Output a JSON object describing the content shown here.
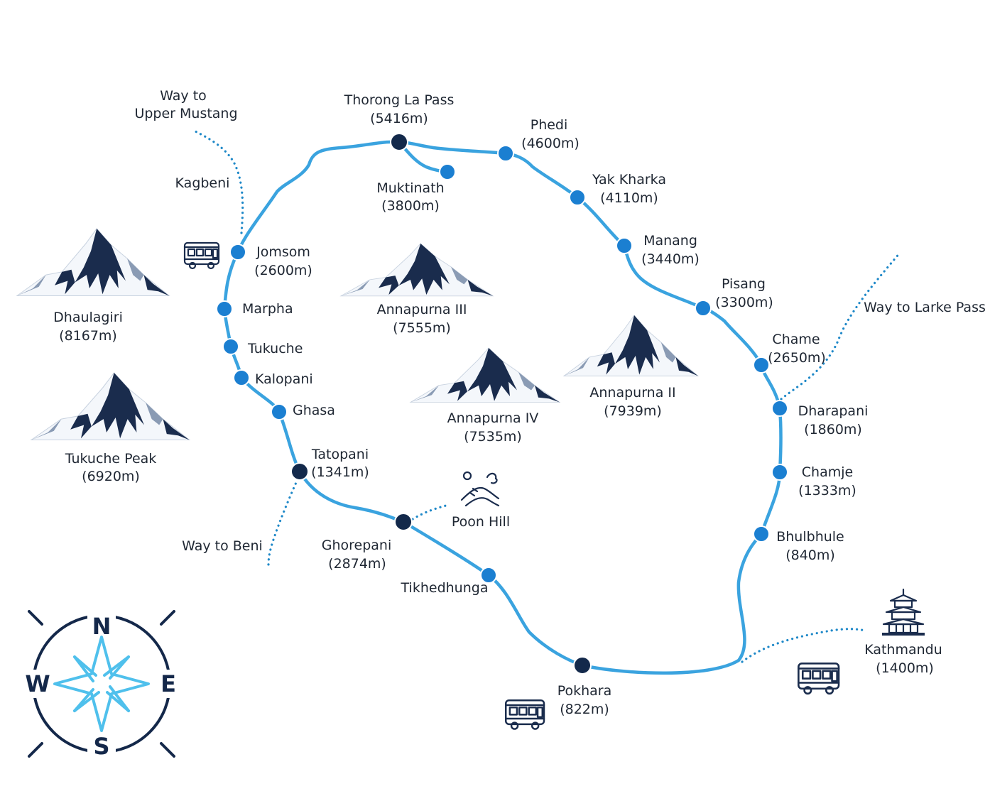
{
  "colors": {
    "route": "#3aa3df",
    "stop": "#1b7fd1",
    "major_stop": "#13294b",
    "ink": "#1f2733"
  },
  "places": {
    "thorong_la": {
      "name": "Thorong La Pass",
      "alt": "(5416m)"
    },
    "phedi": {
      "name": "Phedi",
      "alt": "(4600m)"
    },
    "muktinath": {
      "name": "Muktinath",
      "alt": "(3800m)"
    },
    "yak_kharka": {
      "name": "Yak Kharka",
      "alt": "(4110m)"
    },
    "manang": {
      "name": "Manang",
      "alt": "(3440m)"
    },
    "pisang": {
      "name": "Pisang",
      "alt": "(3300m)"
    },
    "chame": {
      "name": "Chame",
      "alt": "(2650m)"
    },
    "dharapani": {
      "name": "Dharapani",
      "alt": "(1860m)"
    },
    "chamje": {
      "name": "Chamje",
      "alt": "(1333m)"
    },
    "bhulbhule": {
      "name": "Bhulbhule",
      "alt": "(840m)"
    },
    "kathmandu": {
      "name": "Kathmandu",
      "alt": "(1400m)"
    },
    "pokhara": {
      "name": "Pokhara",
      "alt": "(822m)"
    },
    "tikhedhunga": {
      "name": "Tikhedhunga"
    },
    "ghorepani": {
      "name": "Ghorepani",
      "alt": "(2874m)"
    },
    "poon_hill": {
      "name": "Poon Hill"
    },
    "tatopani": {
      "name": "Tatopani",
      "alt": "(1341m)"
    },
    "ghasa": {
      "name": "Ghasa"
    },
    "kalopani": {
      "name": "Kalopani"
    },
    "tukuche": {
      "name": "Tukuche"
    },
    "marpha": {
      "name": "Marpha"
    },
    "jomsom": {
      "name": "Jomsom",
      "alt": "(2600m)"
    },
    "kagbeni": {
      "name": "Kagbeni"
    }
  },
  "peaks": {
    "dhaulagiri": {
      "name": "Dhaulagiri",
      "alt": "(8167m)"
    },
    "tukuche_peak": {
      "name": "Tukuche Peak",
      "alt": "(6920m)"
    },
    "annapurna_3": {
      "name": "Annapurna III",
      "alt": "(7555m)"
    },
    "annapurna_4": {
      "name": "Annapurna IV",
      "alt": "(7535m)"
    },
    "annapurna_2": {
      "name": "Annapurna II",
      "alt": "(7939m)"
    }
  },
  "side_routes": {
    "upper_mustang": {
      "line1": "Way to",
      "line2": "Upper Mustang"
    },
    "larke_pass": {
      "label": "Way to Larke Pass"
    },
    "beni": {
      "label": "Way to Beni"
    }
  },
  "compass": {
    "n": "N",
    "s": "S",
    "e": "E",
    "w": "W"
  },
  "icons": {
    "bus": "bus-icon",
    "pagoda": "pagoda-icon",
    "viewpoint": "viewpoint-icon",
    "mountain": "mountain-icon",
    "compass": "compass-rose-icon"
  }
}
